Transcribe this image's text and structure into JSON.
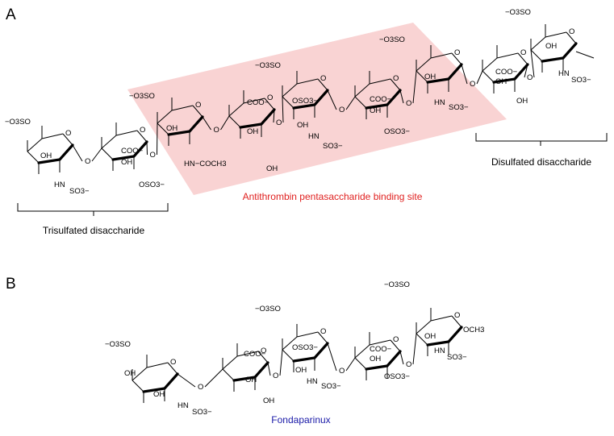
{
  "panels": {
    "a": {
      "letter": "A",
      "binding_site_label": "Antithrombin pentasaccharide binding site",
      "left_bracket_label": "Trisulfated disaccharide",
      "right_bracket_label": "Disulfated disaccharide"
    },
    "b": {
      "letter": "B",
      "compound_label": "Fondaparinux"
    }
  },
  "groups": {
    "sulfate_ch2": "−O3SO",
    "sulfate_ring": "OSO3−",
    "sulfamate": "SO3−",
    "carboxylate": "COO−",
    "hydroxyl": "OH",
    "amine": "HN",
    "acetamide": "HN−COCH3",
    "methyl": "CH3",
    "oxygen": "O"
  },
  "colors": {
    "binding_site_fill": "#f9d3d3",
    "binding_site_text": "#e0201f",
    "fondaparinux_text": "#1a1aa8",
    "structure": "#000000"
  }
}
